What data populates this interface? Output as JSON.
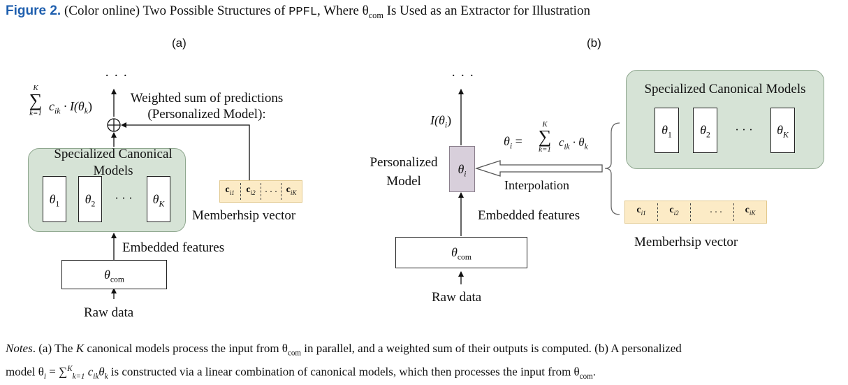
{
  "figure": {
    "label": "Figure 2.",
    "caption_pre": "(Color online) Two Possible Structures of ",
    "caption_code": "PPFL",
    "caption_post": ", Where θ",
    "caption_sub": "com",
    "caption_end": " Is Used as an Extractor for Illustration"
  },
  "panel_a": {
    "label": "(a)",
    "dots": "· · ·",
    "sum_upper": "K",
    "sum_lower": "k=1",
    "sum_expr": "c",
    "sum_expr_sub": "ik",
    "sum_rest": " · I(θ",
    "sum_rest_sub": "k",
    "sum_close": ")",
    "weighted_line1": "Weighted sum of predictions",
    "weighted_line2": "(Personalized Model):",
    "canonical_title_line1": "Specialized Canonical",
    "canonical_title_line2": "Models",
    "thetas": [
      {
        "sym": "θ",
        "sub": "1"
      },
      {
        "sym": "θ",
        "sub": "2"
      },
      {
        "sym": "· · ·",
        "sub": ""
      },
      {
        "sym": "θ",
        "sub": "K"
      }
    ],
    "membership_cells": [
      {
        "c": "c",
        "sub": "i1"
      },
      {
        "c": "c",
        "sub": "i2"
      },
      {
        "c": ". . .",
        "sub": ""
      },
      {
        "c": "c",
        "sub": "iK"
      }
    ],
    "membership_label": "Memberhsip vector",
    "embedded_label": "Embedded features",
    "com_sym": "θ",
    "com_sub": "com",
    "raw_label": "Raw data"
  },
  "panel_b": {
    "label": "(b)",
    "dots": "· · ·",
    "output": "I(θ",
    "output_sub": "i",
    "output_close": ")",
    "personalized_line1": "Personalized",
    "personalized_line2": "Model",
    "theta_i": "θ",
    "theta_i_sub": "i",
    "eq_lhs": "θ",
    "eq_lhs_sub": "i",
    "eq_eq": " = ",
    "sum_upper": "K",
    "sum_lower": "k=1",
    "eq_c": "c",
    "eq_c_sub": "ik",
    "eq_rest": " · θ",
    "eq_rest_sub": "k",
    "interpolation_label": "Interpolation",
    "canonical_title": "Specialized Canonical Models",
    "thetas": [
      {
        "sym": "θ",
        "sub": "1"
      },
      {
        "sym": "θ",
        "sub": "2"
      },
      {
        "sym": "· · ·",
        "sub": ""
      },
      {
        "sym": "θ",
        "sub": "K"
      }
    ],
    "membership_cells": [
      {
        "c": "c",
        "sub": "i1"
      },
      {
        "c": "c",
        "sub": "i2"
      },
      {
        "c": ". . .",
        "sub": ""
      },
      {
        "c": "c",
        "sub": "iK"
      }
    ],
    "membership_label": "Memberhsip vector",
    "embedded_label": "Embedded features",
    "com_sym": "θ",
    "com_sub": "com",
    "raw_label": "Raw data"
  },
  "notes": {
    "prefix": "Notes",
    "line1_a": ". (a) The ",
    "line1_K": "K",
    "line1_b": " canonical models process the input from θ",
    "line1_sub": "com",
    "line1_c": " in parallel, and a weighted sum of their outputs is computed. (b) A personalized",
    "line2_a": "model θ",
    "line2_sub1": "i",
    "line2_b": " = ∑",
    "line2_sup": "K",
    "line2_sub2": "k=1",
    "line2_c": " c",
    "line2_sub3": "ik",
    "line2_d": "θ",
    "line2_sub4": "k",
    "line2_e": " is constructed via a linear combination of canonical models, which then processes the input from θ",
    "line2_sub5": "com",
    "line2_f": "."
  }
}
